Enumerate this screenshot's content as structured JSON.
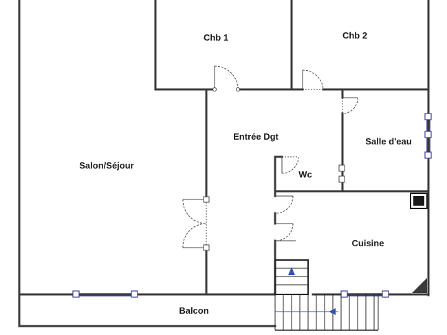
{
  "plan": {
    "rooms": [
      {
        "id": "chb1",
        "label": "Chb 1"
      },
      {
        "id": "chb2",
        "label": "Chb 2"
      },
      {
        "id": "entree",
        "label": "Entrée Dgt"
      },
      {
        "id": "salle-eau",
        "label": "Salle d'eau"
      },
      {
        "id": "salon",
        "label": "Salon/Séjour"
      },
      {
        "id": "wc",
        "label": "Wc"
      },
      {
        "id": "cuisine",
        "label": "Cuisine"
      },
      {
        "id": "balcon",
        "label": "Balcon"
      }
    ]
  },
  "colors": {
    "wall": "#3a3a3a",
    "window": "#3b3b8f",
    "door_swing": "#444444",
    "stair_arrow": "#3355aa",
    "duct": "#1a1a1a"
  }
}
